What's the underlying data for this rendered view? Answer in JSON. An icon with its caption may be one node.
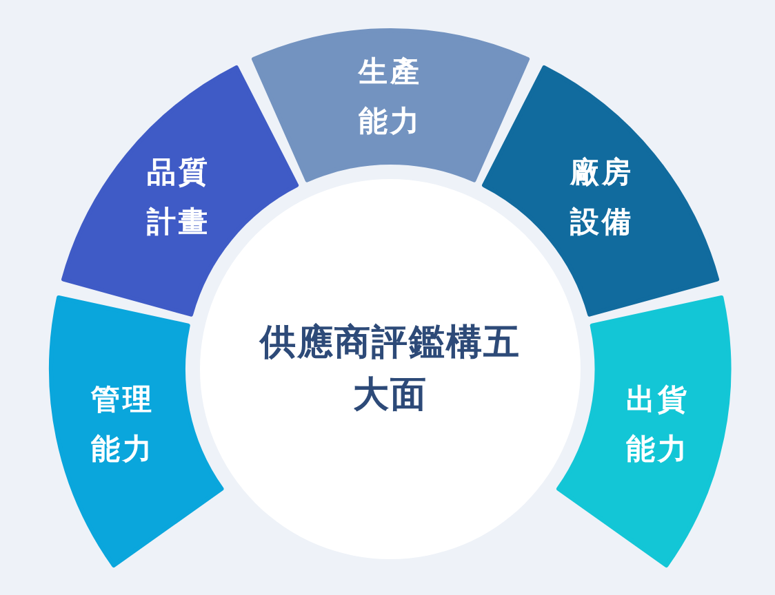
{
  "diagram": {
    "nodes": [
      {
        "text": [
          "管理能力"
        ]
      },
      {
        "text": [
          "品質計畫"
        ]
      },
      {
        "text": [
          "生產能力"
        ]
      },
      {
        "text": [
          "廠房設備"
        ]
      },
      {
        "text": [
          "出貨能力"
        ]
      },
      {
        "text": [
          "供應商評鑑構五大面"
        ]
      }
    ]
  }
}
